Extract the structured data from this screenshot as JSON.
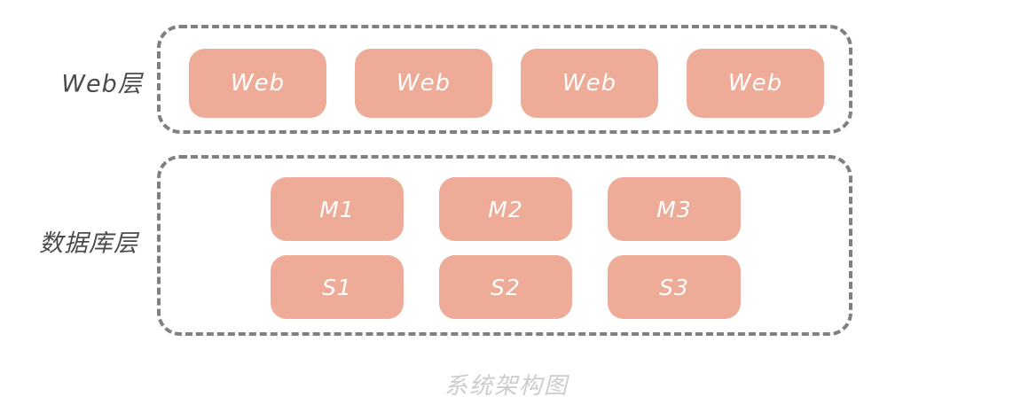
{
  "diagram": {
    "caption": "系统架构图",
    "palette": {
      "node_fill": "#EDAB98",
      "node_text": "#FFFFFF",
      "group_border": "#808080",
      "tier_label_text": "#4A4A4A",
      "caption_text": "#CCCCCC",
      "background": "#FFFFFF"
    },
    "tiers": [
      {
        "id": "web-tier",
        "label": "Web层",
        "nodes": [
          {
            "id": "web-1",
            "label": "Web"
          },
          {
            "id": "web-2",
            "label": "Web"
          },
          {
            "id": "web-3",
            "label": "Web"
          },
          {
            "id": "web-4",
            "label": "Web"
          }
        ]
      },
      {
        "id": "database-tier",
        "label": "数据库层",
        "rows": [
          {
            "id": "primary-row",
            "nodes": [
              {
                "id": "db-m1",
                "label": "M1"
              },
              {
                "id": "db-m2",
                "label": "M2"
              },
              {
                "id": "db-m3",
                "label": "M3"
              }
            ]
          },
          {
            "id": "replica-row",
            "nodes": [
              {
                "id": "db-s1",
                "label": "S1"
              },
              {
                "id": "db-s2",
                "label": "S2"
              },
              {
                "id": "db-s3",
                "label": "S3"
              }
            ]
          }
        ]
      }
    ]
  }
}
